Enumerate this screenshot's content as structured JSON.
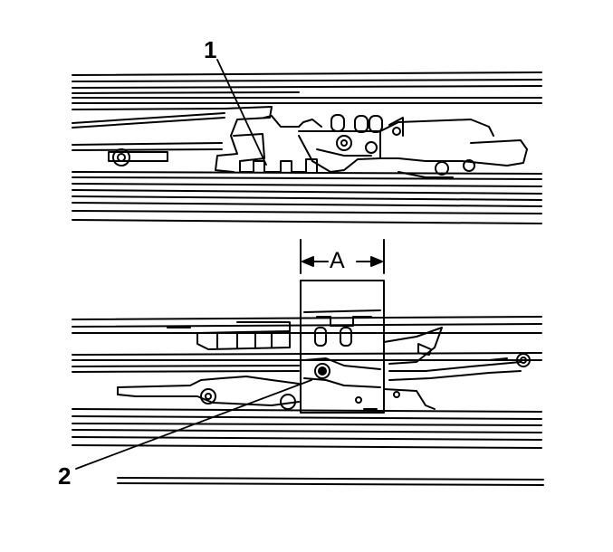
{
  "callouts": {
    "one": "1",
    "two": "2",
    "dimension": "A"
  },
  "colors": {
    "line": "#000000",
    "background": "#ffffff"
  }
}
